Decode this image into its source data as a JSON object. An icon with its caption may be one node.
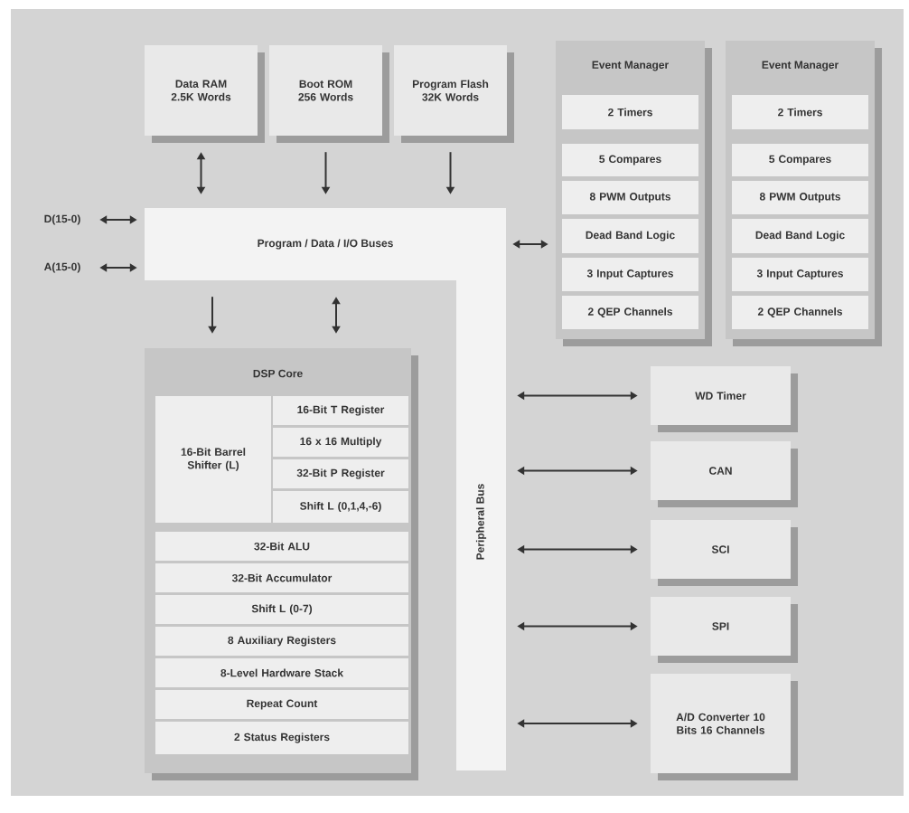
{
  "diagram": {
    "nodes": [
      {
        "text": [
          "Data RAM 2.5K Words"
        ]
      },
      {
        "text": [
          "Boot ROM 256 Words"
        ]
      },
      {
        "text": [
          "Program Flash 32K Words"
        ]
      },
      {
        "text": [
          "Event Manager"
        ]
      },
      {
        "text": [
          "2 Timers"
        ],
        "in": 3
      },
      {
        "text": [
          "5 Compares"
        ],
        "in": 3
      },
      {
        "text": [
          "8 PWM Outputs"
        ],
        "in": 3
      },
      {
        "text": [
          "Dead Band Logic"
        ],
        "in": 3
      },
      {
        "text": [
          "3 Input Captures"
        ],
        "in": 3
      },
      {
        "text": [
          "2 QEP Channels"
        ],
        "in": 3
      },
      {
        "text": [
          "Event Manager"
        ]
      },
      {
        "text": [
          "2 Timers"
        ],
        "in": 10
      },
      {
        "text": [
          "5 Compares"
        ],
        "in": 10
      },
      {
        "text": [
          "8 PWM Outputs"
        ],
        "in": 10
      },
      {
        "text": [
          "Dead Band Logic"
        ],
        "in": 10
      },
      {
        "text": [
          "3 Input Captures"
        ],
        "in": 10
      },
      {
        "text": [
          "2 QEP Channels"
        ],
        "in": 10
      },
      {
        "text": [
          "D(15-0)"
        ]
      },
      {
        "text": [
          "A(15-0)"
        ]
      },
      {
        "text": [
          "Program / Data / I/O Buses"
        ]
      },
      {
        "text": [
          "Peripheral Bus"
        ]
      },
      {
        "text": [
          "DSP Core"
        ]
      },
      {
        "text": [
          "16-Bit Barrel Shifter (L)"
        ],
        "in": 21
      },
      {
        "text": [
          "16-Bit T Register"
        ],
        "in": 21
      },
      {
        "text": [
          "16 x 16 Multiply"
        ],
        "in": 21
      },
      {
        "text": [
          "32-Bit P Register"
        ],
        "in": 21
      },
      {
        "text": [
          "Shift L (0,1,4,-6)"
        ],
        "in": 21
      },
      {
        "text": [
          "32-Bit ALU"
        ],
        "in": 21
      },
      {
        "text": [
          "32-Bit Accumulator"
        ],
        "in": 21
      },
      {
        "text": [
          "Shift L (0-7)"
        ],
        "in": 21
      },
      {
        "text": [
          "8 Auxiliary Registers"
        ],
        "in": 21
      },
      {
        "text": [
          "8-Level Hardware Stack"
        ],
        "in": 21
      },
      {
        "text": [
          "Repeat Count"
        ],
        "in": 21
      },
      {
        "text": [
          "2 Status Registers"
        ],
        "in": 21
      },
      {
        "text": [
          "WD Timer"
        ]
      },
      {
        "text": [
          "CAN"
        ]
      },
      {
        "text": [
          "SCI"
        ]
      },
      {
        "text": [
          "SPI"
        ]
      },
      {
        "text": [
          "A/D Converter 10 Bits 16 Channels"
        ]
      }
    ],
    "edges": [
      {
        "from": 0,
        "to": 19,
        "arrow": "both"
      },
      {
        "from": 1,
        "to": 19,
        "arrow": "to"
      },
      {
        "from": 2,
        "to": 19,
        "arrow": "to"
      },
      {
        "from": 17,
        "to": 19,
        "arrow": "both"
      },
      {
        "from": 18,
        "to": 19,
        "arrow": "both"
      },
      {
        "from": 19,
        "to": 3,
        "arrow": "both"
      },
      {
        "from": 19,
        "to": 21,
        "arrow": "to"
      },
      {
        "from": 19,
        "to": 21,
        "arrow": "both"
      },
      {
        "from": 20,
        "to": 34,
        "arrow": "both"
      },
      {
        "from": 20,
        "to": 35,
        "arrow": "both"
      },
      {
        "from": 20,
        "to": 36,
        "arrow": "both"
      },
      {
        "from": 20,
        "to": 37,
        "arrow": "both"
      },
      {
        "from": 20,
        "to": 38,
        "arrow": "both"
      }
    ]
  }
}
